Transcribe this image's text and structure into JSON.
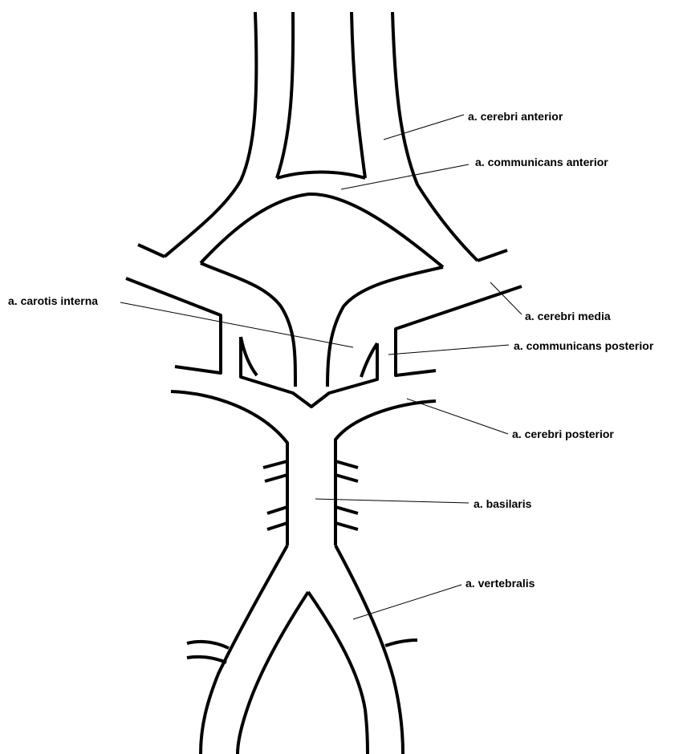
{
  "labels": {
    "cerebri_anterior": "a. cerebri anterior",
    "communicans_anterior": "a. communicans anterior",
    "carotis_interna": "a. carotis interna",
    "cerebri_media": "a. cerebri media",
    "communicans_posterior": "a. communicans posterior",
    "cerebri_posterior": "a. cerebri posterior",
    "basilaris": "a. basilaris",
    "vertebralis": "a. vertebralis"
  },
  "colors": {
    "stroke": "#000000",
    "background": "#ffffff"
  }
}
